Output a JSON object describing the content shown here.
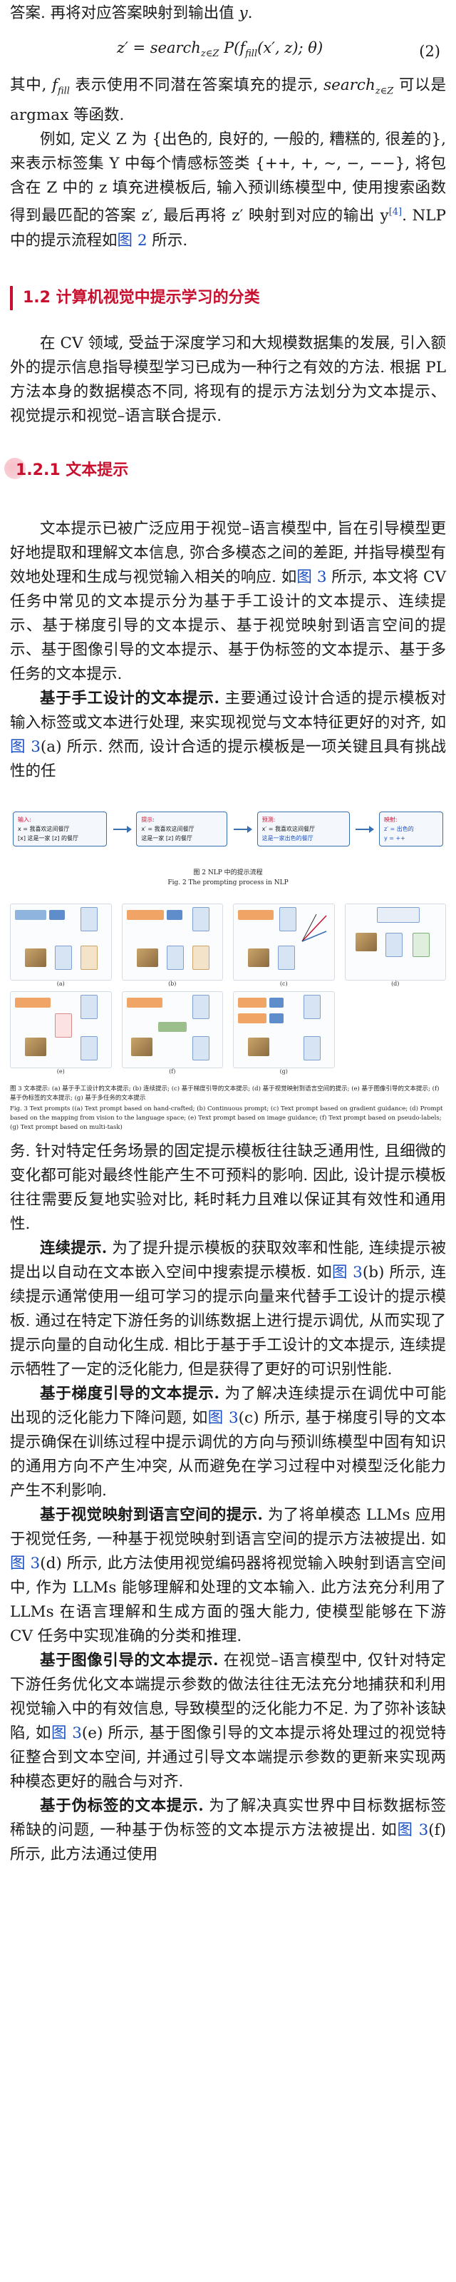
{
  "intro": {
    "line1_prefix": "答案. 再将对应答案映射到输出值 ",
    "line1_var": "y",
    "line1_suffix": "."
  },
  "equation": {
    "text": "z′ = search_{z∈Z} P(f_{fill}(x′, z); θ)",
    "number": "(2)"
  },
  "para_where": {
    "t1": "其中, ",
    "f_fill": "f_fill",
    "t2": " 表示使用不同潜在答案填充的提示, ",
    "search": "search_{z∈Z}",
    "t3": " 可以是 argmax 等函数."
  },
  "para_example": {
    "t1": "例如, 定义 Z 为 {出色的, 良好的, 一般的, 糟糕的, 很差的}, 来表示标签集 Y 中每个情感标签类 {++, +, ∼, −, −−}, 将包含在 Z 中的 z 填充进模板后, 输入预训练模型中, 使用搜索函数得到最匹配的答案 z′, 最后再将 z′ 映射到对应的输出 y",
    "cite": "[4]",
    "t2": ". NLP 中的提示流程如",
    "fig_ref": "图 2",
    "t3": " 所示."
  },
  "section_1_2": {
    "title": "1.2 计算机视觉中提示学习的分类"
  },
  "para_cv": {
    "text": "在 CV 领域, 受益于深度学习和大规模数据集的发展, 引入额外的提示信息指导模型学习已成为一种行之有效的方法. 根据 PL 方法本身的数据模态不同, 将现有的提示方法划分为文本提示、视觉提示和视觉–语言联合提示."
  },
  "section_1_2_1": {
    "title": "1.2.1 文本提示"
  },
  "para_text_prompt": {
    "t1": "文本提示已被广泛应用于视觉–语言模型中, 旨在引导模型更好地提取和理解文本信息, 弥合多模态之间的差距, 并指导模型有效地处理和生成与视觉输入相关的响应. 如",
    "fig_ref": "图 3",
    "t2": " 所示, 本文将 CV 任务中常见的文本提示分为基于手工设计的文本提示、连续提示、基于梯度引导的文本提示、基于视觉映射到语言空间的提示、基于图像引导的文本提示、基于伪标签的文本提示、基于多任务的文本提示."
  },
  "para_handcrafted_a": {
    "lead": "基于手工设计的文本提示.",
    "t1": " 主要通过设计合适的提示模板对输入标签或文本进行处理, 来实现视觉与文本特征更好的对齐, 如",
    "fig_ref": "图 3",
    "t2": "(a) 所示. 然而, 设计合适的提示模板是一项关键且具有挑战性的任"
  },
  "figure2": {
    "box1": {
      "label": "输入:",
      "line1": "x = 我喜欢这间餐厅",
      "line2": "[x] 这是一家 [z] 的餐厅"
    },
    "box2": {
      "label": "提示:",
      "line1": "x′ = 我喜欢这间餐厅",
      "line2": "这是一家 [z] 的餐厅"
    },
    "box3": {
      "label": "预测:",
      "line1": "x′ = 我喜欢这间餐厅",
      "line2": "这是一家出色的餐厅"
    },
    "box4": {
      "label": "映射:",
      "line1": "z′ = 出色的",
      "line2": "y = ++"
    },
    "caption_cn": "图 2    NLP 中的提示流程",
    "caption_en": "Fig. 2    The prompting process in NLP"
  },
  "figure3": {
    "panel_labels": [
      "(a)",
      "(b)",
      "(c)",
      "(d)",
      "(e)",
      "(f)",
      "(g)"
    ],
    "caption_cn": "图 3    文本提示: (a) 基于手工设计的文本提示; (b) 连续提示; (c) 基于梯度引导的文本提示; (d) 基于视觉映射到语言空间的提示; (e) 基于图像引导的文本提示; (f) 基于伪标签的文本提示; (g) 基于多任务的文本提示",
    "caption_en": "Fig. 3    Text prompts ((a) Text prompt based on hand-crafted; (b) Continuous prompt; (c) Text prompt based on gradient guidance; (d) Prompt based on the mapping from vision to the language space; (e) Text prompt based on image guidance; (f) Text prompt based on pseudo-labels; (g) Text prompt based on multi-task)"
  },
  "para_handcrafted_b": {
    "text": "务. 针对特定任务场景的固定提示模板往往缺乏通用性, 且细微的变化都可能对最终性能产生不可预料的影响. 因此, 设计提示模板往往需要反复地实验对比, 耗时耗力且难以保证其有效性和通用性."
  },
  "para_continuous": {
    "lead": "连续提示.",
    "t1": " 为了提升提示模板的获取效率和性能, 连续提示被提出以自动在文本嵌入空间中搜索提示模板. 如",
    "fig_ref": "图 3",
    "t2": "(b) 所示, 连续提示通常使用一组可学习的提示向量来代替手工设计的提示模板. 通过在特定下游任务的训练数据上进行提示调优, 从而实现了提示向量的自动化生成. 相比于基于手工设计的文本提示, 连续提示牺牲了一定的泛化能力, 但是获得了更好的可识别性能."
  },
  "para_gradient": {
    "lead": "基于梯度引导的文本提示.",
    "t1": " 为了解决连续提示在调优中可能出现的泛化能力下降问题, 如",
    "fig_ref": "图 3",
    "t2": "(c) 所示, 基于梯度引导的文本提示确保在训练过程中提示调优的方向与预训练模型中固有知识的通用方向不产生冲突, 从而避免在学习过程中对模型泛化能力产生不利影响."
  },
  "para_vision_map": {
    "lead": "基于视觉映射到语言空间的提示.",
    "t1": " 为了将单模态 LLMs 应用于视觉任务, 一种基于视觉映射到语言空间的提示方法被提出. 如",
    "fig_ref": "图 3",
    "t2": "(d) 所示, 此方法使用视觉编码器将视觉输入映射到语言空间中, 作为 LLMs 能够理解和处理的文本输入. 此方法充分利用了 LLMs 在语言理解和生成方面的强大能力, 使模型能够在下游 CV 任务中实现准确的分类和推理."
  },
  "para_image_guided": {
    "lead": "基于图像引导的文本提示.",
    "t1": " 在视觉–语言模型中, 仅针对特定下游任务优化文本端提示参数的做法往往无法充分地捕获和利用视觉输入中的有效信息, 导致模型的泛化能力不足. 为了弥补该缺陷, 如",
    "fig_ref": "图 3",
    "t2": "(e) 所示, 基于图像引导的文本提示将处理过的视觉特征整合到文本空间, 并通过引导文本端提示参数的更新来实现两种模态更好的融合与对齐."
  },
  "para_pseudo": {
    "lead": "基于伪标签的文本提示.",
    "t1": " 为了解决真实世界中目标数据标签稀缺的问题, 一种基于伪标签的文本提示方法被提出. 如",
    "fig_ref": "图 3",
    "t2": "(f) 所示, 此方法通过使用"
  }
}
